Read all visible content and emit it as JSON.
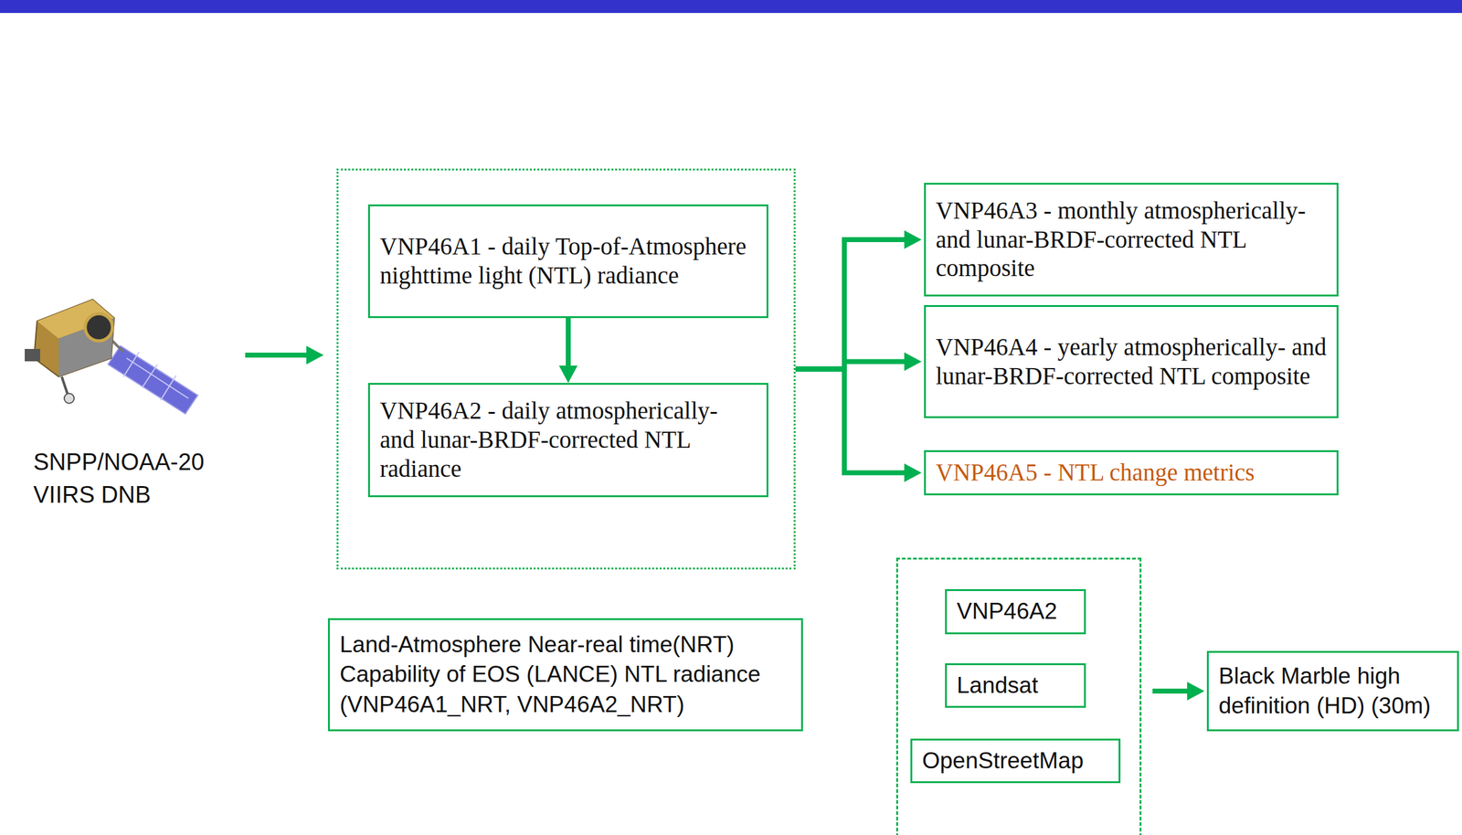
{
  "diagram": {
    "nodes": [
      {
        "text": []
      },
      {
        "text": [
          "VNP46A1 -  daily Top-of-Atmosphere nighttime light (NTL) radiance"
        ],
        "in": 0
      },
      {
        "text": [
          "VNP46A2 -  daily atmospherically- and lunar-BRDF-corrected NTL radiance"
        ],
        "in": 0
      },
      {
        "text": [
          "VNP46A3 -  monthly atmospherically- and lunar-BRDF-corrected NTL composite"
        ]
      },
      {
        "text": [
          "VNP46A4 -  yearly atmospherically- and lunar-BRDF-corrected NTL composite"
        ]
      },
      {
        "text": [
          "VNP46A5 -  NTL change metrics"
        ]
      },
      {
        "text": [
          "Land-Atmosphere Near-real time(NRT) Capability of EOS (LANCE) NTL radiance (VNP46A1_NRT, VNP46A2_NRT)"
        ]
      },
      {
        "text": []
      },
      {
        "text": [
          "VNP46A2"
        ],
        "in": 7
      },
      {
        "text": [
          "Landsat"
        ],
        "in": 7
      },
      {
        "text": [
          "OpenStreetMap"
        ],
        "in": 7
      },
      {
        "text": [
          "Black Marble high definition (HD) (30m)"
        ]
      }
    ],
    "edges": [
      {
        "from": 1,
        "to": 2,
        "arrow": "to"
      },
      {
        "from": 0,
        "to": 3,
        "arrow": "to"
      },
      {
        "from": 0,
        "to": 4,
        "arrow": "to"
      },
      {
        "from": 0,
        "to": 5,
        "arrow": "to"
      },
      {
        "from": 7,
        "to": 11,
        "arrow": "to"
      }
    ],
    "labels": [
      "SNPP/NOAA-20 VIIRS DNB"
    ]
  }
}
